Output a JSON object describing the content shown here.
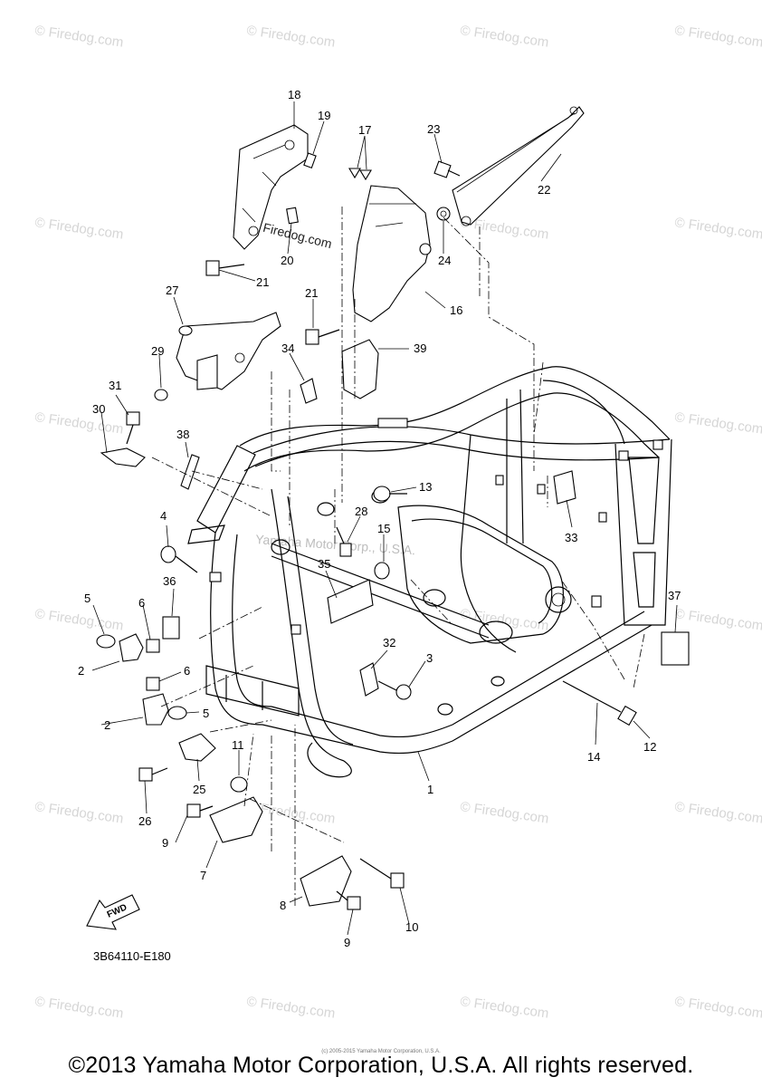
{
  "watermark_text": "© Firedog.com",
  "watermark_inline": "© Firedog.com",
  "center_watermark": "Yamaha Motor Corp., U.S.A.",
  "callouts": [
    "1",
    "2",
    "2",
    "3",
    "4",
    "5",
    "5",
    "6",
    "6",
    "7",
    "8",
    "9",
    "9",
    "10",
    "11",
    "12",
    "13",
    "14",
    "15",
    "16",
    "17",
    "18",
    "19",
    "20",
    "21",
    "21",
    "22",
    "23",
    "24",
    "25",
    "26",
    "27",
    "28",
    "29",
    "30",
    "31",
    "32",
    "33",
    "34",
    "35",
    "36",
    "37",
    "38",
    "39"
  ],
  "fwd_label": "FWD",
  "part_code": "3B64110-E180",
  "footer_small": "(c) 2005-2015 Yamaha Motor Corporation, U.S.A.",
  "footer": "©2013 Yamaha Motor Corporation, U.S.A. All rights reserved."
}
